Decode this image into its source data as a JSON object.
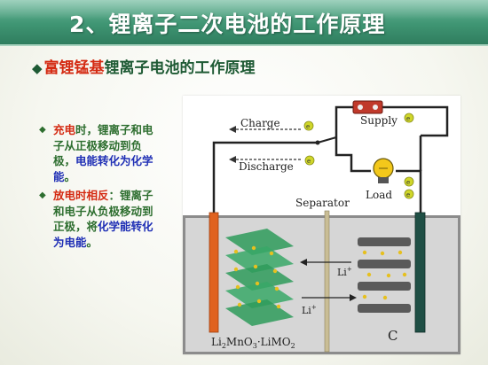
{
  "slide": {
    "title": "2、锂离子二次电池的工作原理",
    "subtitle_red": "富锂锰基",
    "subtitle_rest": "锂离子电池的工作原理"
  },
  "bullets": [
    {
      "parts": [
        {
          "text": "充电",
          "color": "red"
        },
        {
          "text": "时，锂离子和电子从正极移动到负极，",
          "color": "green"
        },
        {
          "text": "电能转化为化学能",
          "color": "blue"
        },
        {
          "text": "。",
          "color": "green"
        }
      ]
    },
    {
      "parts": [
        {
          "text": "放电时相反",
          "color": "red"
        },
        {
          "text": "：锂离子和电子从负极移动到正极，将",
          "color": "green"
        },
        {
          "text": "化学能转化为电能",
          "color": "blue"
        },
        {
          "text": "。",
          "color": "green"
        }
      ]
    }
  ],
  "diagram": {
    "charge_label": "Charge",
    "discharge_label": "Discharge",
    "supply_label": "Supply",
    "load_label": "Load",
    "separator_label": "Separator",
    "ion_label_top": "Li",
    "ion_label_bottom": "Li",
    "ion_superscript": "+",
    "cathode_label_1": "Li",
    "cathode_sub_1": "2",
    "cathode_label_2": "MnO",
    "cathode_sub_2": "3",
    "cathode_label_3": "·LiMO",
    "cathode_sub_3": "2",
    "anode_label": "C",
    "electron_symbol": "e",
    "electron_superscript": "-",
    "icons": [
      "electron-icon",
      "lightbulb-icon",
      "supply-icon",
      "arrow-left-icon"
    ]
  },
  "colors": {
    "title_bar": "#3f9573",
    "text_green": "#2d6e2f",
    "text_red": "#d42a12",
    "text_blue": "#1f2fb5",
    "electrolyte": "#cfcfcf",
    "cathode": "#e0621f",
    "anode": "#1f4f45"
  }
}
